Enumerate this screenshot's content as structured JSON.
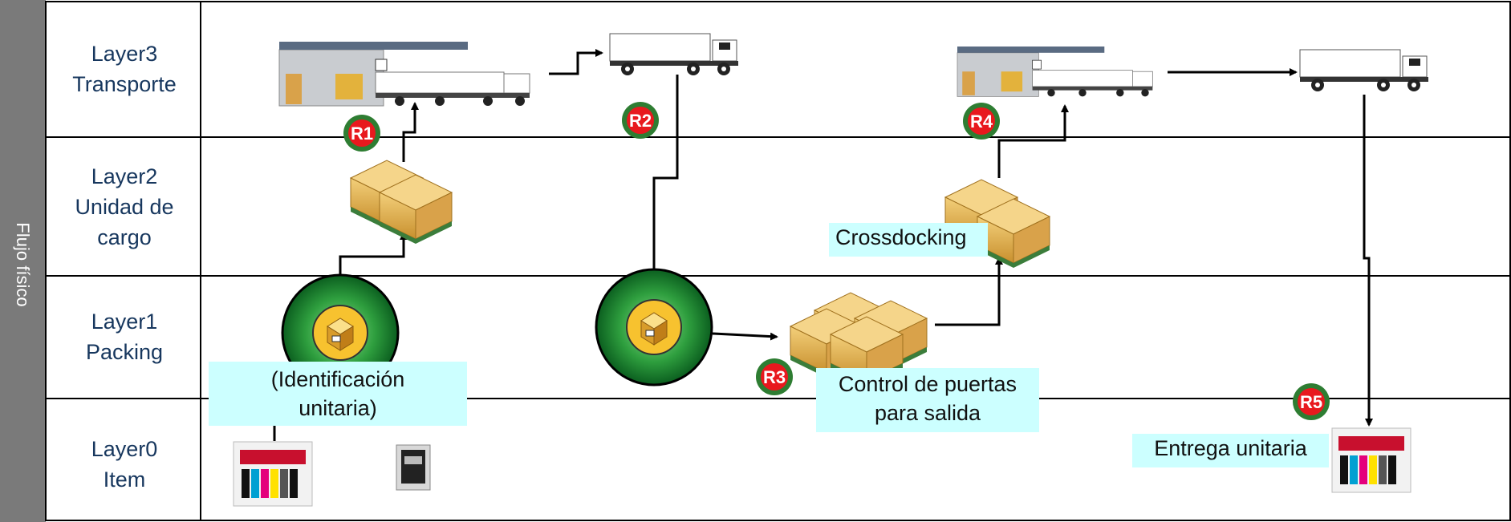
{
  "side_label": "Flujo físico",
  "lanes": [
    {
      "label": "Layer3\nTransporte"
    },
    {
      "label": "Layer2\nUnidad de\ncargo"
    },
    {
      "label": "Layer1\nPacking"
    },
    {
      "label": "Layer0\nItem"
    }
  ],
  "notes": {
    "identification": "(Identificación\nunitaria)",
    "crossdocking": "Crossdocking",
    "door_control": "Control de puertas\npara salida",
    "unit_delivery": "Entrega unitaria"
  },
  "badges": [
    "R1",
    "R2",
    "R3",
    "R4",
    "R5"
  ]
}
